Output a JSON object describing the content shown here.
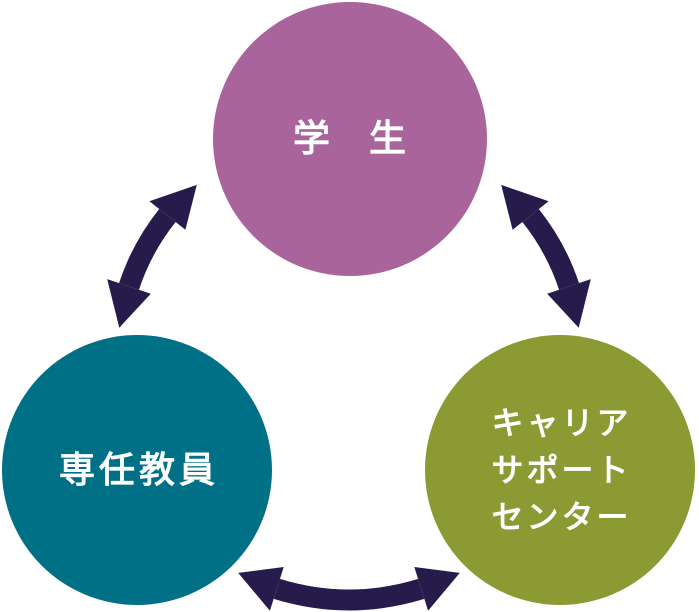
{
  "diagram": {
    "type": "relationship-triangle",
    "background": "#ffffff",
    "arrow_color": "#261b4a",
    "arrow_style": "curved-double-headed",
    "nodes": [
      {
        "id": "students",
        "label": "学　生",
        "color": "#a8649b",
        "text_color": "#ffffff",
        "position": "top"
      },
      {
        "id": "faculty",
        "label": "専任教員",
        "color": "#007086",
        "text_color": "#ffffff",
        "position": "bottom-left"
      },
      {
        "id": "career-support-center",
        "label_lines": [
          "キャリア",
          "サポート",
          "センター"
        ],
        "color": "#8c9a33",
        "text_color": "#ffffff",
        "position": "bottom-right"
      }
    ],
    "connections": [
      {
        "from": "students",
        "to": "faculty",
        "direction": "bidirectional"
      },
      {
        "from": "students",
        "to": "career-support-center",
        "direction": "bidirectional"
      },
      {
        "from": "faculty",
        "to": "career-support-center",
        "direction": "bidirectional"
      }
    ]
  }
}
